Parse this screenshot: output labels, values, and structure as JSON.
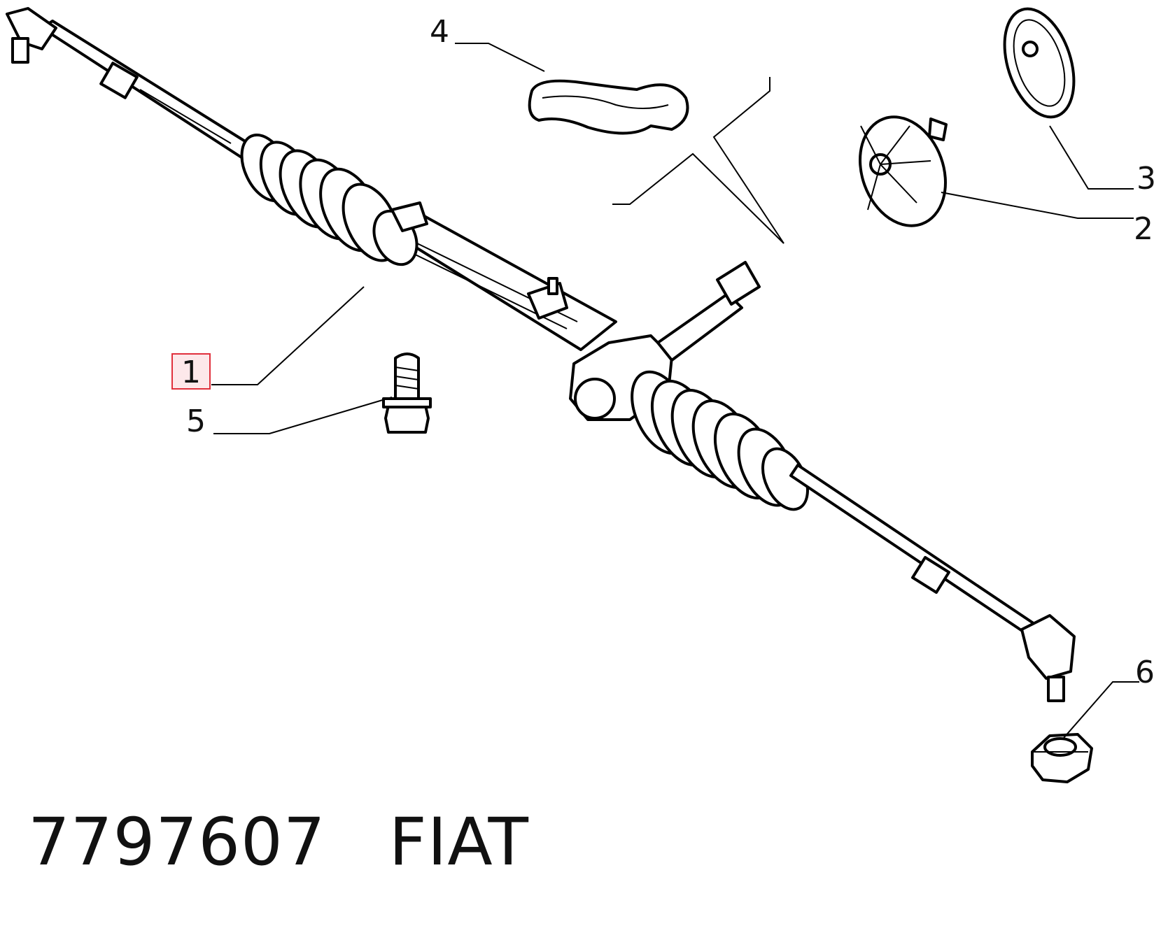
{
  "callouts": [
    {
      "id": "1",
      "label": "1"
    },
    {
      "id": "2",
      "label": "2"
    },
    {
      "id": "3",
      "label": "3"
    },
    {
      "id": "4",
      "label": "4"
    },
    {
      "id": "5",
      "label": "5"
    },
    {
      "id": "6",
      "label": "6"
    }
  ],
  "caption": {
    "part_number": "7797607",
    "brand": "FIAT"
  },
  "colors": {
    "line": "#000000",
    "background": "#ffffff",
    "highlight_border": "#e0303c",
    "highlight_fill": "#fde8ea"
  }
}
